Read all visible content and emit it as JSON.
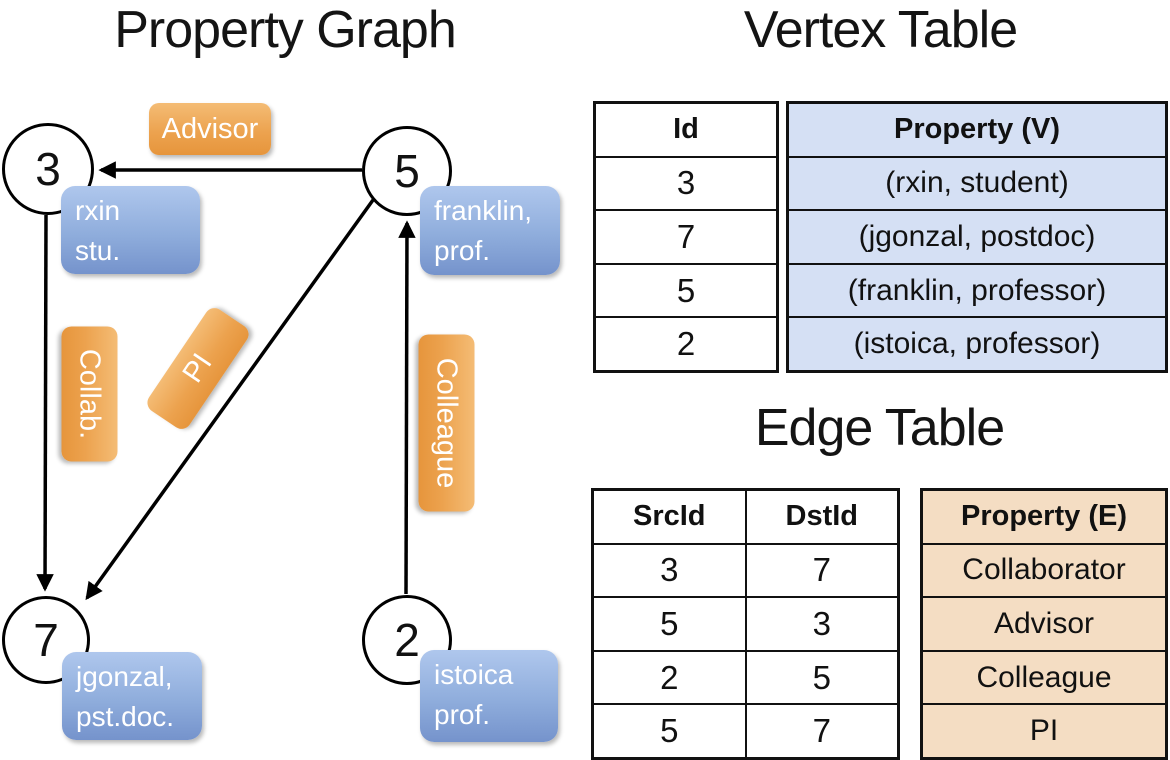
{
  "graph": {
    "title": "Property Graph",
    "nodes": [
      {
        "id": "3",
        "property_line1": "rxin",
        "property_line2": "stu."
      },
      {
        "id": "5",
        "property_line1": "franklin,",
        "property_line2": "prof."
      },
      {
        "id": "7",
        "property_line1": "jgonzal,",
        "property_line2": "pst.doc."
      },
      {
        "id": "2",
        "property_line1": "istoica",
        "property_line2": "prof."
      }
    ],
    "edges": [
      {
        "src": "5",
        "dst": "3",
        "label": "Advisor"
      },
      {
        "src": "3",
        "dst": "7",
        "label": "Collab."
      },
      {
        "src": "5",
        "dst": "7",
        "label": "PI"
      },
      {
        "src": "2",
        "dst": "5",
        "label": "Colleague"
      }
    ]
  },
  "vertex_table": {
    "title": "Vertex Table",
    "headers": {
      "id": "Id",
      "property": "Property (V)"
    },
    "rows": [
      {
        "id": "3",
        "property": "(rxin, student)"
      },
      {
        "id": "7",
        "property": "(jgonzal, postdoc)"
      },
      {
        "id": "5",
        "property": "(franklin, professor)"
      },
      {
        "id": "2",
        "property": "(istoica, professor)"
      }
    ]
  },
  "edge_table": {
    "title": "Edge Table",
    "headers": {
      "src": "SrcId",
      "dst": "DstId",
      "property": "Property (E)"
    },
    "rows": [
      {
        "src": "3",
        "dst": "7",
        "property": "Collaborator"
      },
      {
        "src": "5",
        "dst": "3",
        "property": "Advisor"
      },
      {
        "src": "2",
        "dst": "5",
        "property": "Colleague"
      },
      {
        "src": "5",
        "dst": "7",
        "property": "PI"
      }
    ]
  },
  "colors": {
    "edge_label_orange": "#ECA24E",
    "vertex_property_blue": "#8FADDC",
    "vertex_table_cell_bg": "#D5E0F4",
    "edge_table_cell_bg": "#F4DDC3",
    "table_border": "#111111",
    "node_stroke": "#000000"
  }
}
